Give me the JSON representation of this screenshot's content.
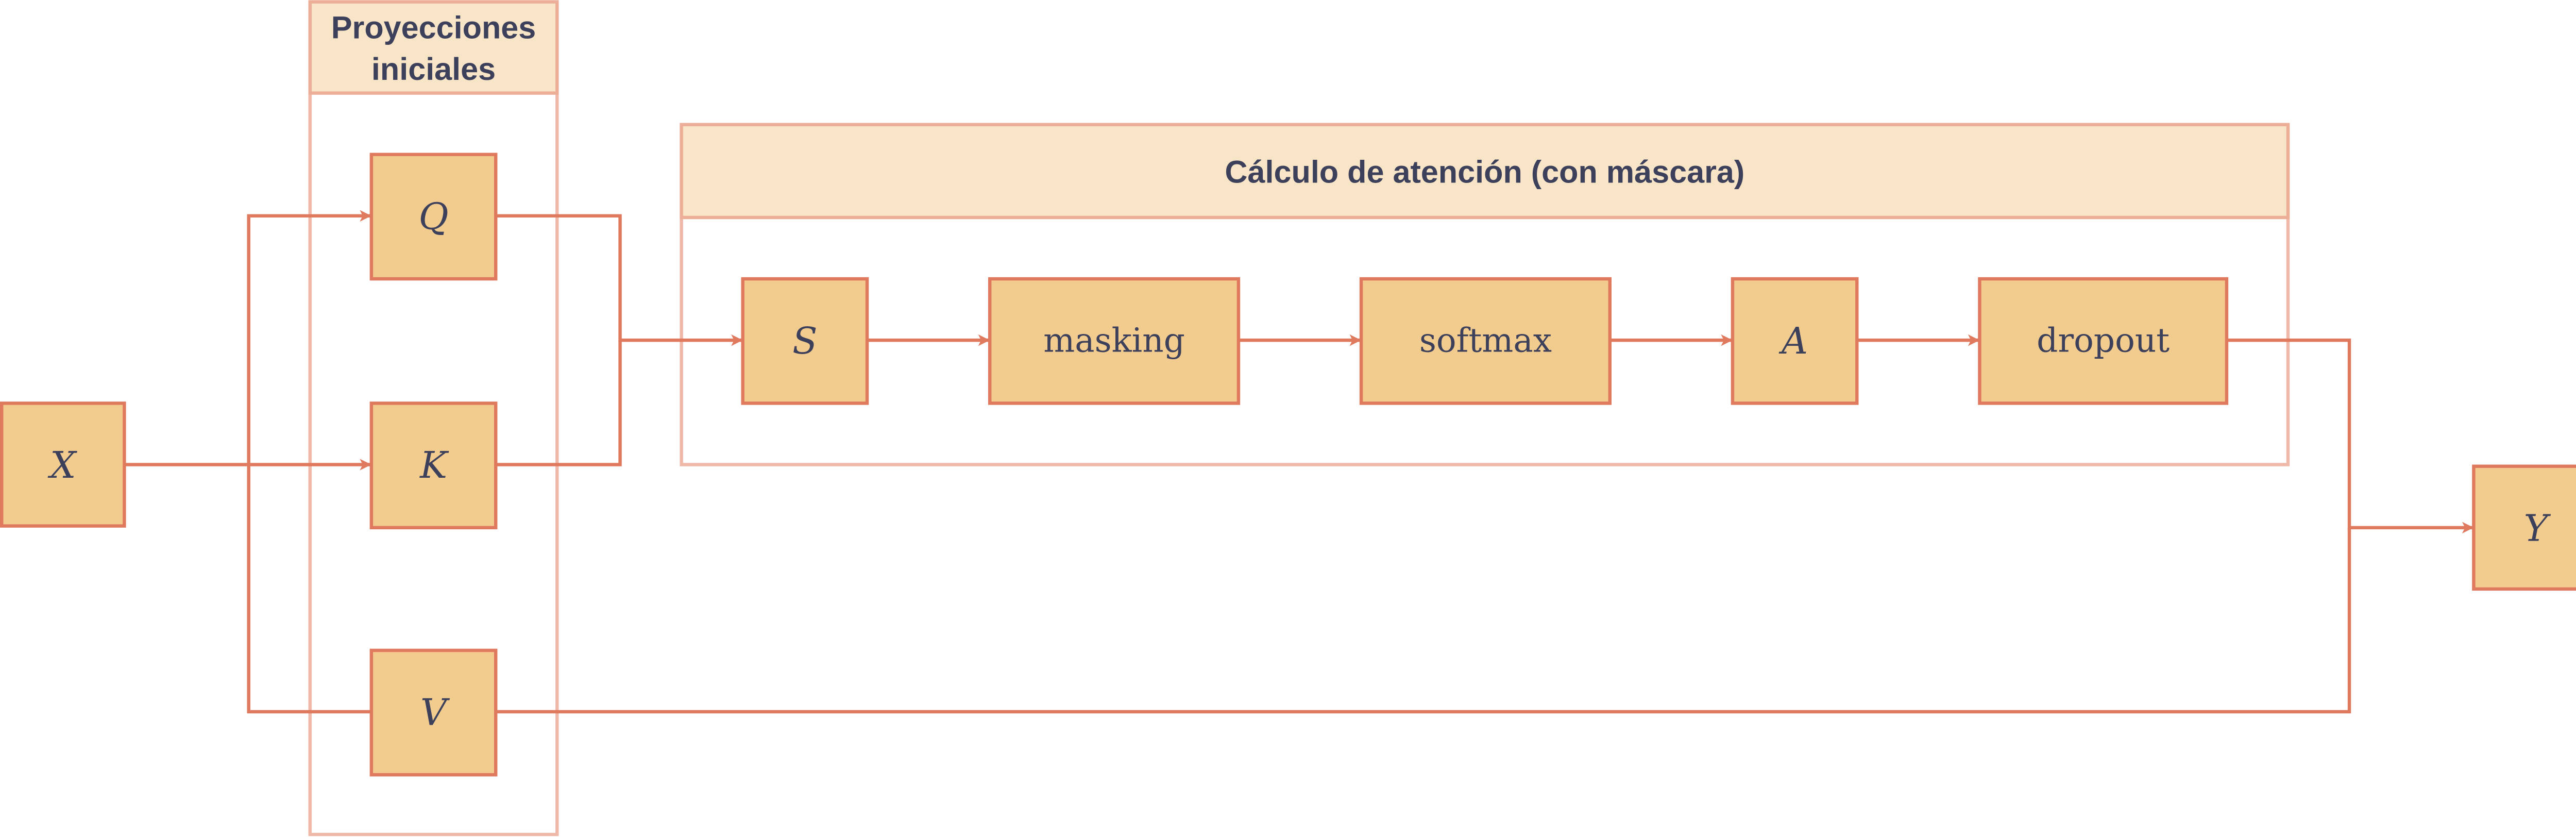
{
  "colors": {
    "node_fill": "#F2CC8F",
    "stroke": "#E07A5F",
    "group_stroke": "#F0B8A8",
    "header_fill": "#F8E4C6",
    "text": "#3D405B"
  },
  "groups": {
    "projections": {
      "title_line1": "Proyecciones",
      "title_line2": "iniciales"
    },
    "attention": {
      "title": "Cálculo de atención (con máscara)"
    }
  },
  "nodes": {
    "x": "X",
    "q": "Q",
    "k": "K",
    "v": "V",
    "s": "S",
    "masking": "masking",
    "softmax": "softmax",
    "a": "A",
    "dropout": "dropout",
    "y": "Y"
  },
  "edges": [
    [
      "X",
      "Q"
    ],
    [
      "X",
      "K"
    ],
    [
      "X",
      "V"
    ],
    [
      "Q",
      "S"
    ],
    [
      "K",
      "S"
    ],
    [
      "S",
      "masking"
    ],
    [
      "masking",
      "softmax"
    ],
    [
      "softmax",
      "A"
    ],
    [
      "A",
      "dropout"
    ],
    [
      "dropout",
      "Y"
    ],
    [
      "V",
      "Y"
    ]
  ]
}
